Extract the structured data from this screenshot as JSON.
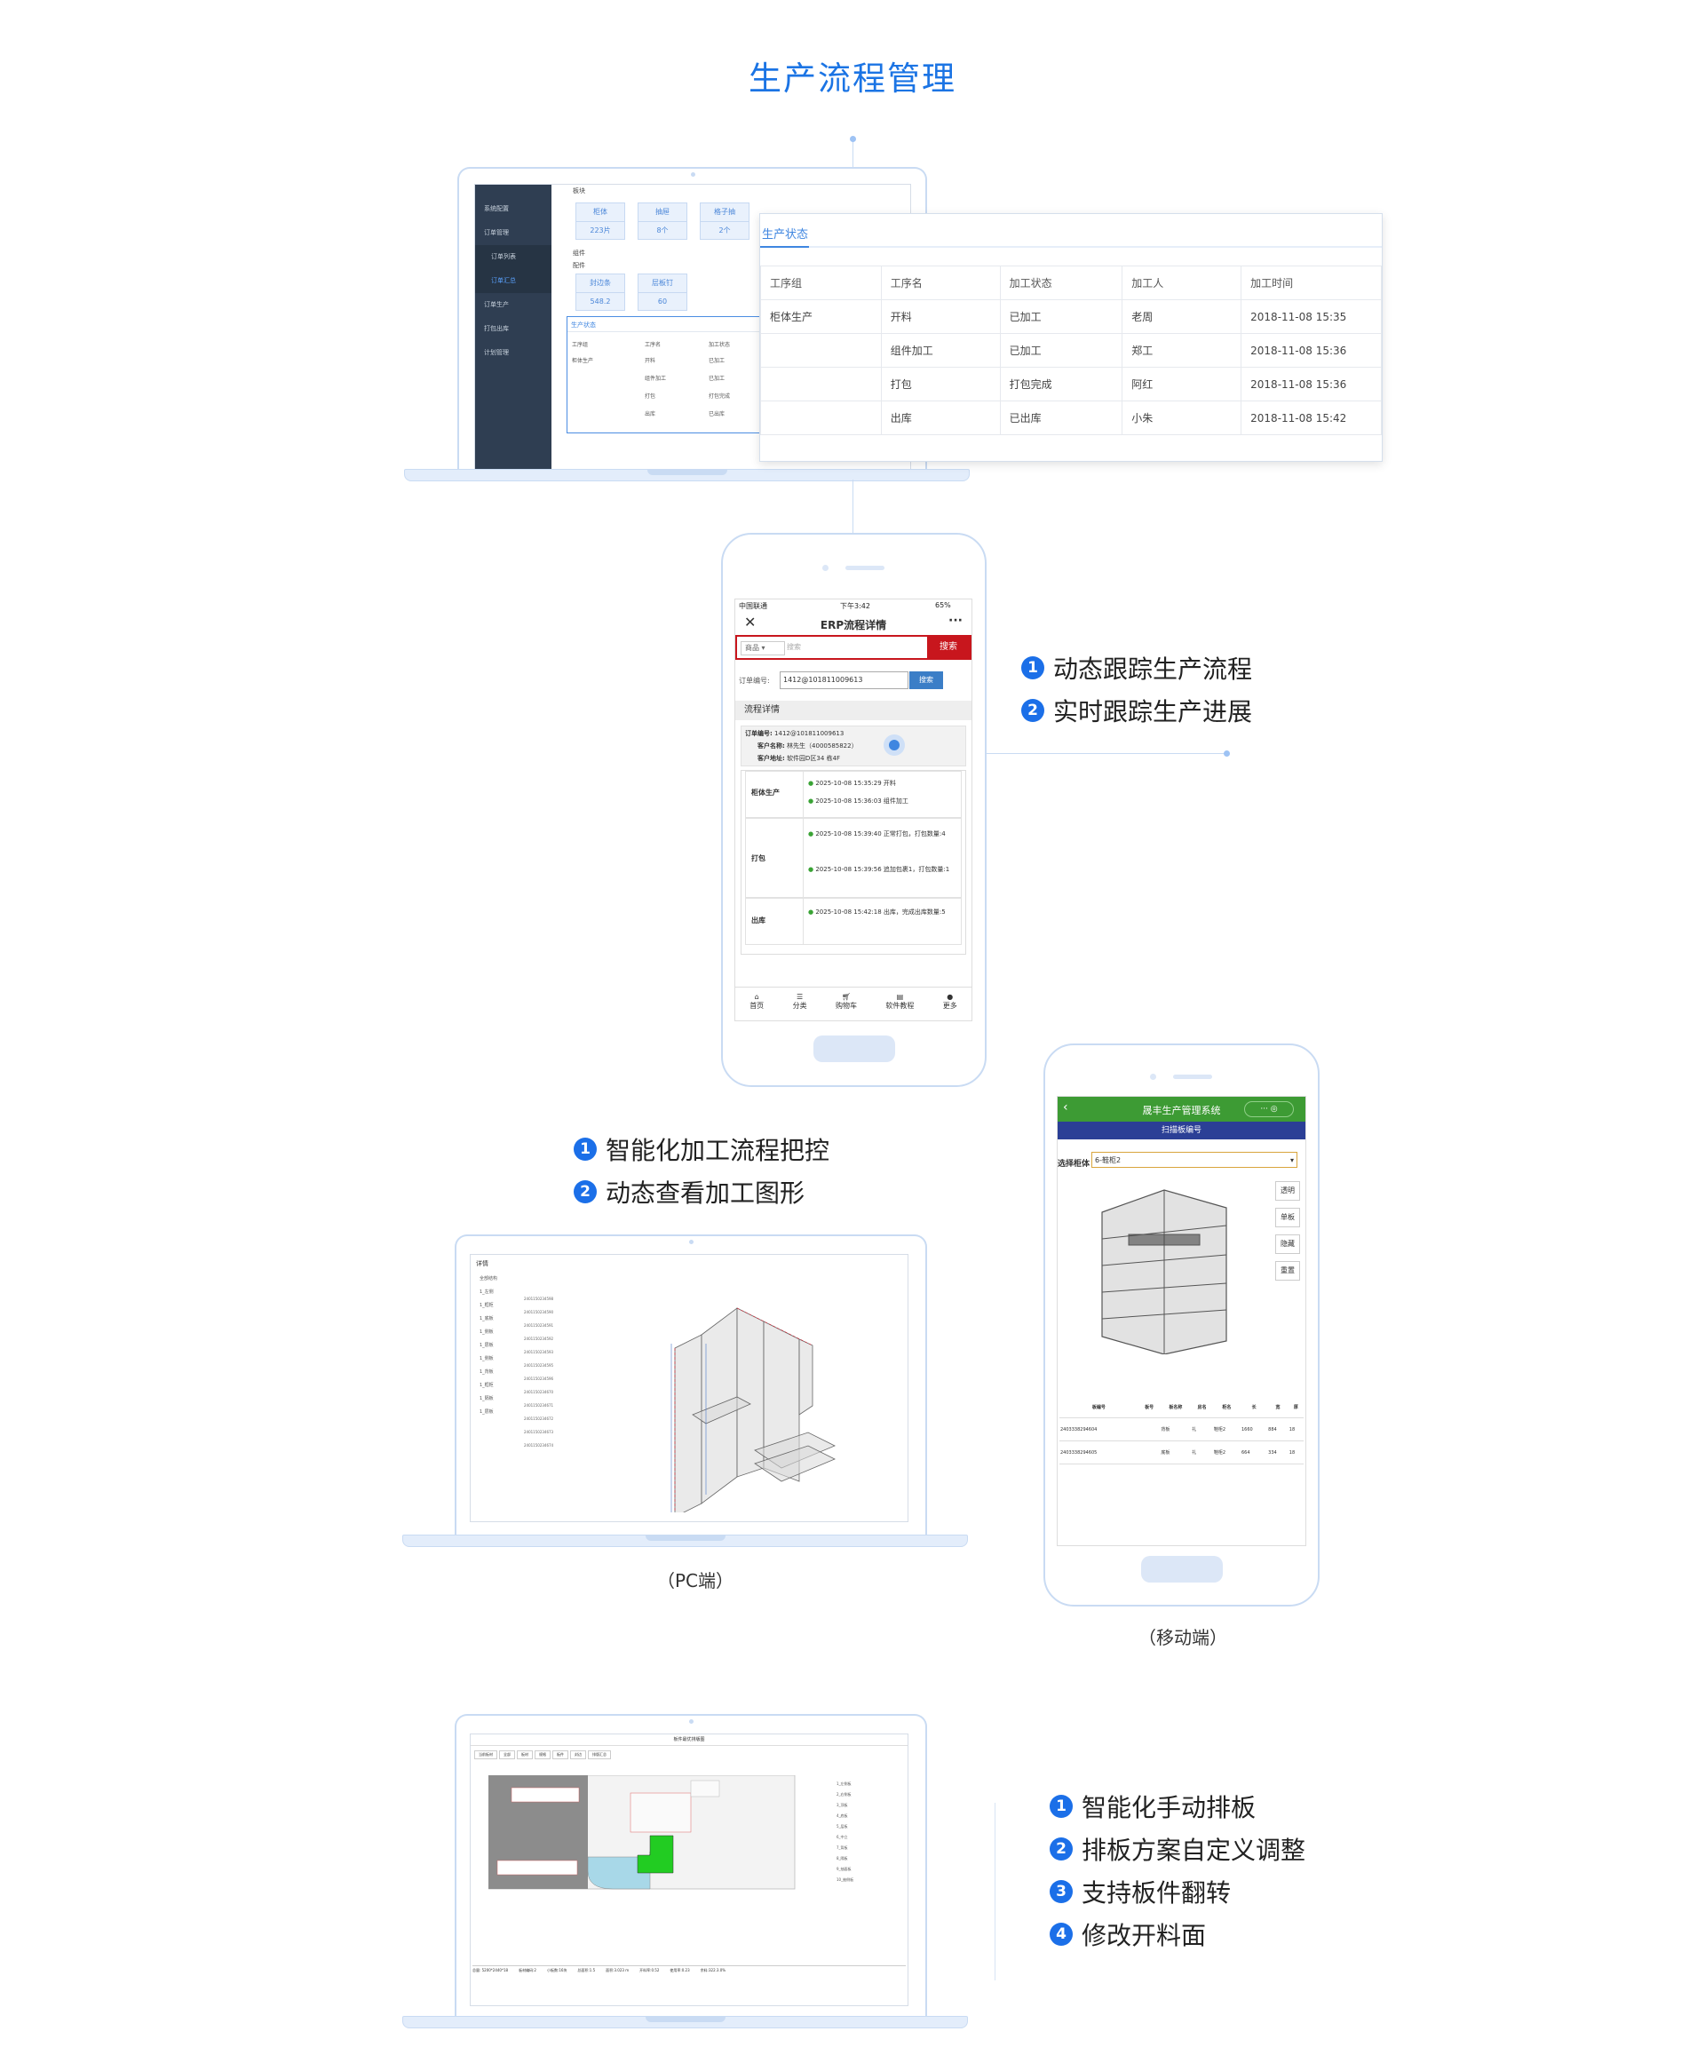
{
  "page": {
    "title": "生产流程管理"
  },
  "section1": {
    "sidebar": [
      "系统配置",
      "订单管理",
      "订单列表",
      "订单汇总",
      "订单生产",
      "打包出库",
      "计划管理"
    ],
    "labels": {
      "top": "板块",
      "component": "组件",
      "parts": "配件"
    },
    "tiles_top": [
      {
        "name": "柜体",
        "value": "223片"
      },
      {
        "name": "抽屉",
        "value": "8个"
      },
      {
        "name": "格子抽",
        "value": "2个"
      }
    ],
    "tiles_parts": [
      {
        "name": "封边条",
        "value": "548.2"
      },
      {
        "name": "层板钉",
        "value": "60"
      }
    ],
    "mini_status": {
      "title": "生产状态",
      "headers": [
        "工序组",
        "工序名",
        "加工状态"
      ],
      "rows": [
        [
          "柜体生产",
          "开料",
          "已加工"
        ],
        [
          "",
          "组件加工",
          "已加工"
        ],
        [
          "",
          "打包",
          "打包完成"
        ],
        [
          "",
          "出库",
          "已出库"
        ]
      ]
    },
    "status_popup": {
      "title": "生产状态",
      "headers": [
        "工序组",
        "工序名",
        "加工状态",
        "加工人",
        "加工时间"
      ],
      "rows": [
        [
          "柜体生产",
          "开料",
          "已加工",
          "老周",
          "2018-11-08 15:35"
        ],
        [
          "",
          "组件加工",
          "已加工",
          "郑工",
          "2018-11-08 15:36"
        ],
        [
          "",
          "打包",
          "打包完成",
          "阿红",
          "2018-11-08 15:36"
        ],
        [
          "",
          "出库",
          "已出库",
          "小朱",
          "2018-11-08 15:42"
        ]
      ]
    }
  },
  "phone1": {
    "statusbar": {
      "carrier": "中国联通",
      "time": "下午3:42",
      "battery": "65%"
    },
    "nav_title": "ERP流程详情",
    "search": {
      "category": "商品",
      "placeholder": "搜索",
      "button": "搜索"
    },
    "order_label": "订单编号:",
    "order_value": "1412@101811009613",
    "order_button": "搜索",
    "section_title": "流程详情",
    "info": [
      {
        "label": "订单编号:",
        "value": "1412@101811009613"
      },
      {
        "label": "客户名称:",
        "value": "林先生（4000585822）"
      },
      {
        "label": "客户地址:",
        "value": "软件园D区34 栋4F"
      }
    ],
    "steps": [
      {
        "group": "柜体生产",
        "events": [
          "2025-10-08 15:35:29  开料",
          "2025-10-08 15:36:03  组件加工"
        ]
      },
      {
        "group": "打包",
        "events": [
          "2025-10-08 15:39:40  正常打包，打包数量:4",
          "2025-10-08 15:39:56  追加包裹1，打包数量:1"
        ]
      },
      {
        "group": "出库",
        "events": [
          "2025-10-08 15:42:18  出库，完成出库数量:5"
        ]
      }
    ],
    "tabbar": [
      "首页",
      "分类",
      "购物车",
      "软件教程",
      "更多"
    ]
  },
  "features1": [
    "动态跟踪生产流程",
    "实时跟踪生产进展"
  ],
  "features2": [
    "智能化加工流程把控",
    "动态查看加工图形"
  ],
  "features3": [
    "智能化手动排板",
    "排板方案自定义调整",
    "支持板件翻转",
    "修改开料面"
  ],
  "captions": {
    "pc": "（PC端）",
    "mobile": "（移动端）"
  },
  "phone2": {
    "nav_title": "晟丰生产管理系统",
    "sub_title": "扫描板编号",
    "select_label": "选择柜体",
    "select_value": "6-鞋柜2",
    "side_buttons": [
      "透明",
      "单板",
      "隐藏",
      "重置"
    ],
    "table_headers": [
      "板编号",
      "板号",
      "板名称",
      "房名",
      "柜名",
      "长",
      "宽",
      "厚"
    ],
    "table_rows": [
      [
        "2403338294604",
        "",
        "背板",
        "礼",
        "鞋柜2",
        "1660",
        "884",
        "18"
      ],
      [
        "2403338294605",
        "",
        "底板",
        "礼",
        "鞋柜2",
        "664",
        "334",
        "18"
      ]
    ]
  },
  "pc2": {
    "panel_title": "详情",
    "tree": [
      "全部结构",
      "1_左侧",
      "1_框柜",
      "1_底板",
      "1_侧板",
      "1_层板",
      "1_侧板",
      "1_背板",
      "1_框柜",
      "1_隔板",
      "1_层板"
    ],
    "list": [
      "2401150234598",
      "2401150234590",
      "2401150234591",
      "2401150234592",
      "2401150234593",
      "2401150234595",
      "2401150234596",
      "2401150234670",
      "2401150234671",
      "2401150234672",
      "2401150234673",
      "2401150234674"
    ]
  },
  "pc3": {
    "window_title": "板件最优排版图",
    "tabs": [
      "当前板材",
      "全部",
      "板材",
      "规格",
      "板件",
      "封边",
      "排版汇总"
    ],
    "side_list": [
      "1_左侧板",
      "2_右侧板",
      "3_顶板",
      "4_底板",
      "5_层板",
      "6_中立",
      "7_背板",
      "8_隔板",
      "9_抽面板",
      "10_抽侧板"
    ],
    "footer": [
      "总量: 5200*2440*18",
      "板材编码:2",
      "小板数:16块",
      "总面积:1.5",
      "面积:3.023 m",
      "开料率:0.52",
      "使用率:0.23",
      "余料:322.3.0%"
    ]
  }
}
